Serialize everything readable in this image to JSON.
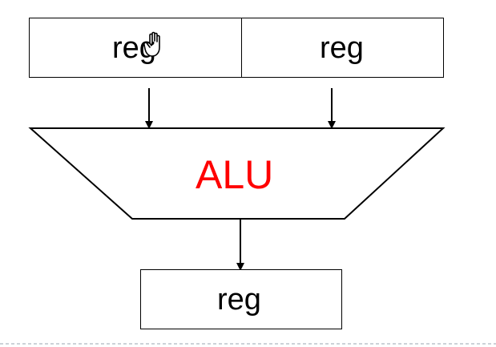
{
  "diagram": {
    "source_registers": [
      {
        "label": "reg"
      },
      {
        "label": "reg"
      }
    ],
    "alu": {
      "label": "ALU"
    },
    "destination_register": {
      "label": "reg"
    }
  },
  "colors": {
    "alu_label": "#ff0000",
    "stroke": "#000000",
    "footer_dashed_line": "#9aa4b2"
  },
  "cursor": {
    "icon": "hand-pointer-icon"
  }
}
